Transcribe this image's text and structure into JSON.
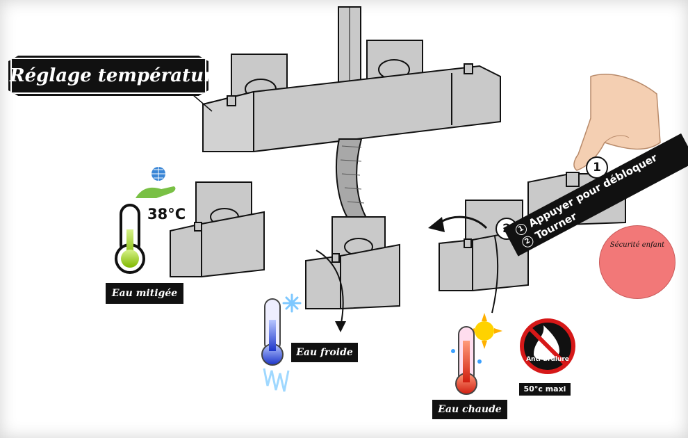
{
  "labels": {
    "temperature_setting": "Réglage température",
    "mixed_water": "Eau mitigée",
    "cold_water": "Eau froide",
    "hot_water": "Eau chaude",
    "temperature_value": "38°C",
    "max_temp": "50°c maxi",
    "anti_scald": "Anti-brûlure",
    "child_safety": "Sécurité enfant"
  },
  "steps": {
    "step1_number": "1",
    "step2_number": "2",
    "step1_text": "Appuyer pour débloquer",
    "step2_text": "Tourner"
  },
  "colors": {
    "valve_fill": "#c9c9c9",
    "label_bg": "#111111",
    "safety_badge": "#f27878",
    "mixed_thermo": "#9acd32",
    "cold_thermo": "#2f4fd8",
    "hot_thermo": "#e03020"
  },
  "icons": [
    "eco-globe-hand-icon",
    "thermometer-icon",
    "snowflake-icon",
    "sun-icon",
    "no-fire-icon",
    "baby-icon",
    "finger-pointer-icon",
    "rotate-arrow-icon"
  ]
}
